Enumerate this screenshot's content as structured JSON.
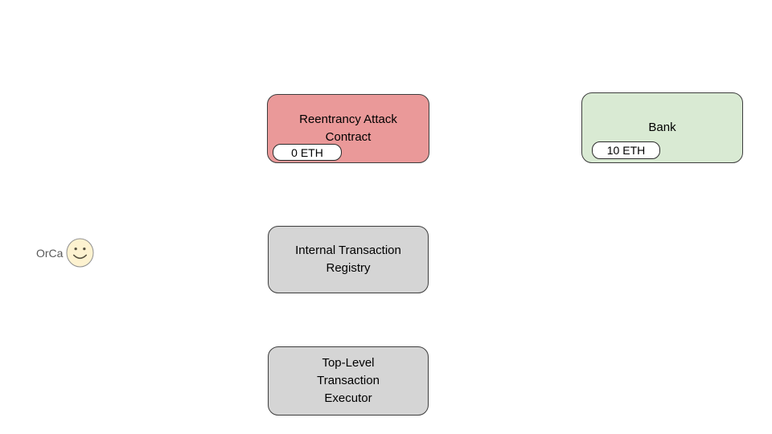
{
  "diagram": {
    "actor": {
      "label": "OrCa",
      "icon": "smiley-face-icon"
    },
    "nodes": [
      {
        "id": "attack-contract",
        "label": "Reentrancy Attack\nContract",
        "badge": "0 ETH",
        "fill": "#ea9999"
      },
      {
        "id": "bank",
        "label": "Bank",
        "badge": "10 ETH",
        "fill": "#d9ead3"
      },
      {
        "id": "registry",
        "label": "Internal Transaction\nRegistry",
        "fill": "#d5d5d5"
      },
      {
        "id": "executor",
        "label": "Top-Level\nTransaction\nExecutor",
        "fill": "#d5d5d5"
      }
    ],
    "colors": {
      "attack_fill": "#ea9999",
      "bank_fill": "#d9ead3",
      "neutral_fill": "#d5d5d5",
      "node_border": "#3d3d3d",
      "badge_background": "#ffffff",
      "actor_text": "#595959",
      "face_fill": "#fdf2d0",
      "face_border": "#8f8f8f",
      "canvas_background": "#ffffff"
    }
  }
}
